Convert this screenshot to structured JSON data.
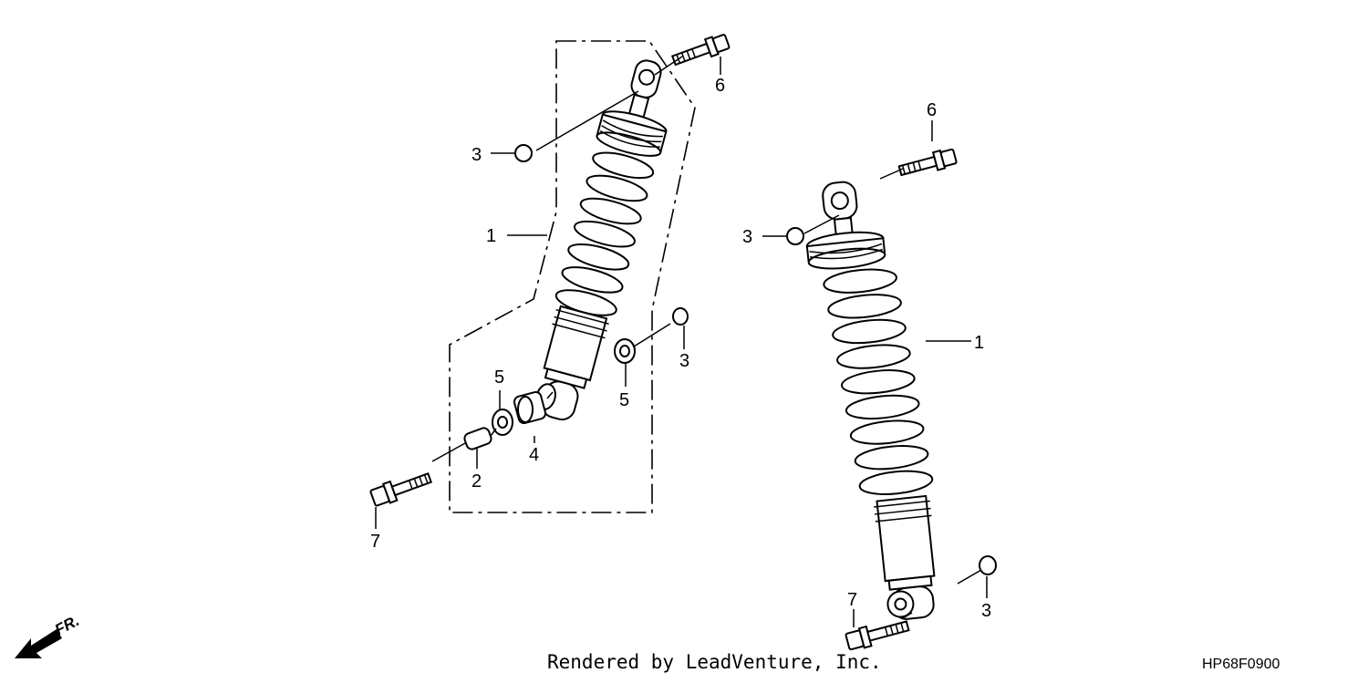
{
  "callouts": {
    "left_3a": "3",
    "left_1": "1",
    "left_6": "6",
    "left_3b": "3",
    "left_5a": "5",
    "left_5b": "5",
    "left_4": "4",
    "left_2": "2",
    "left_7": "7",
    "right_6": "6",
    "right_3a": "3",
    "right_1": "1",
    "right_7": "7",
    "right_3b": "3"
  },
  "direction_label": "FR.",
  "footer": {
    "credit": "Rendered by LeadVenture, Inc.",
    "code": "HP68F0900"
  }
}
